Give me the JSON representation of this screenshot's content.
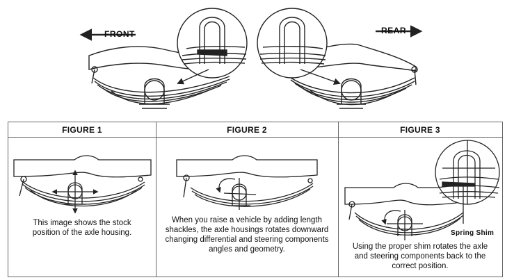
{
  "top": {
    "front_label": "FRONT",
    "rear_label": "REAR"
  },
  "figures": [
    {
      "title": "FIGURE 1",
      "caption": "This image shows the stock position of the axle housing."
    },
    {
      "title": "FIGURE 2",
      "caption": "When you raise a vehicle by adding length shackles, the axle housings rotates downward changing differential and steering components angles and geometry."
    },
    {
      "title": "FIGURE 3",
      "caption": "Using the proper shim rotates the axle and steering components back to the correct position."
    }
  ],
  "shim_label": "Spring Shim",
  "colors": {
    "line": "#222222",
    "border": "#666666",
    "shim": "#222222",
    "bg": "#ffffff"
  }
}
